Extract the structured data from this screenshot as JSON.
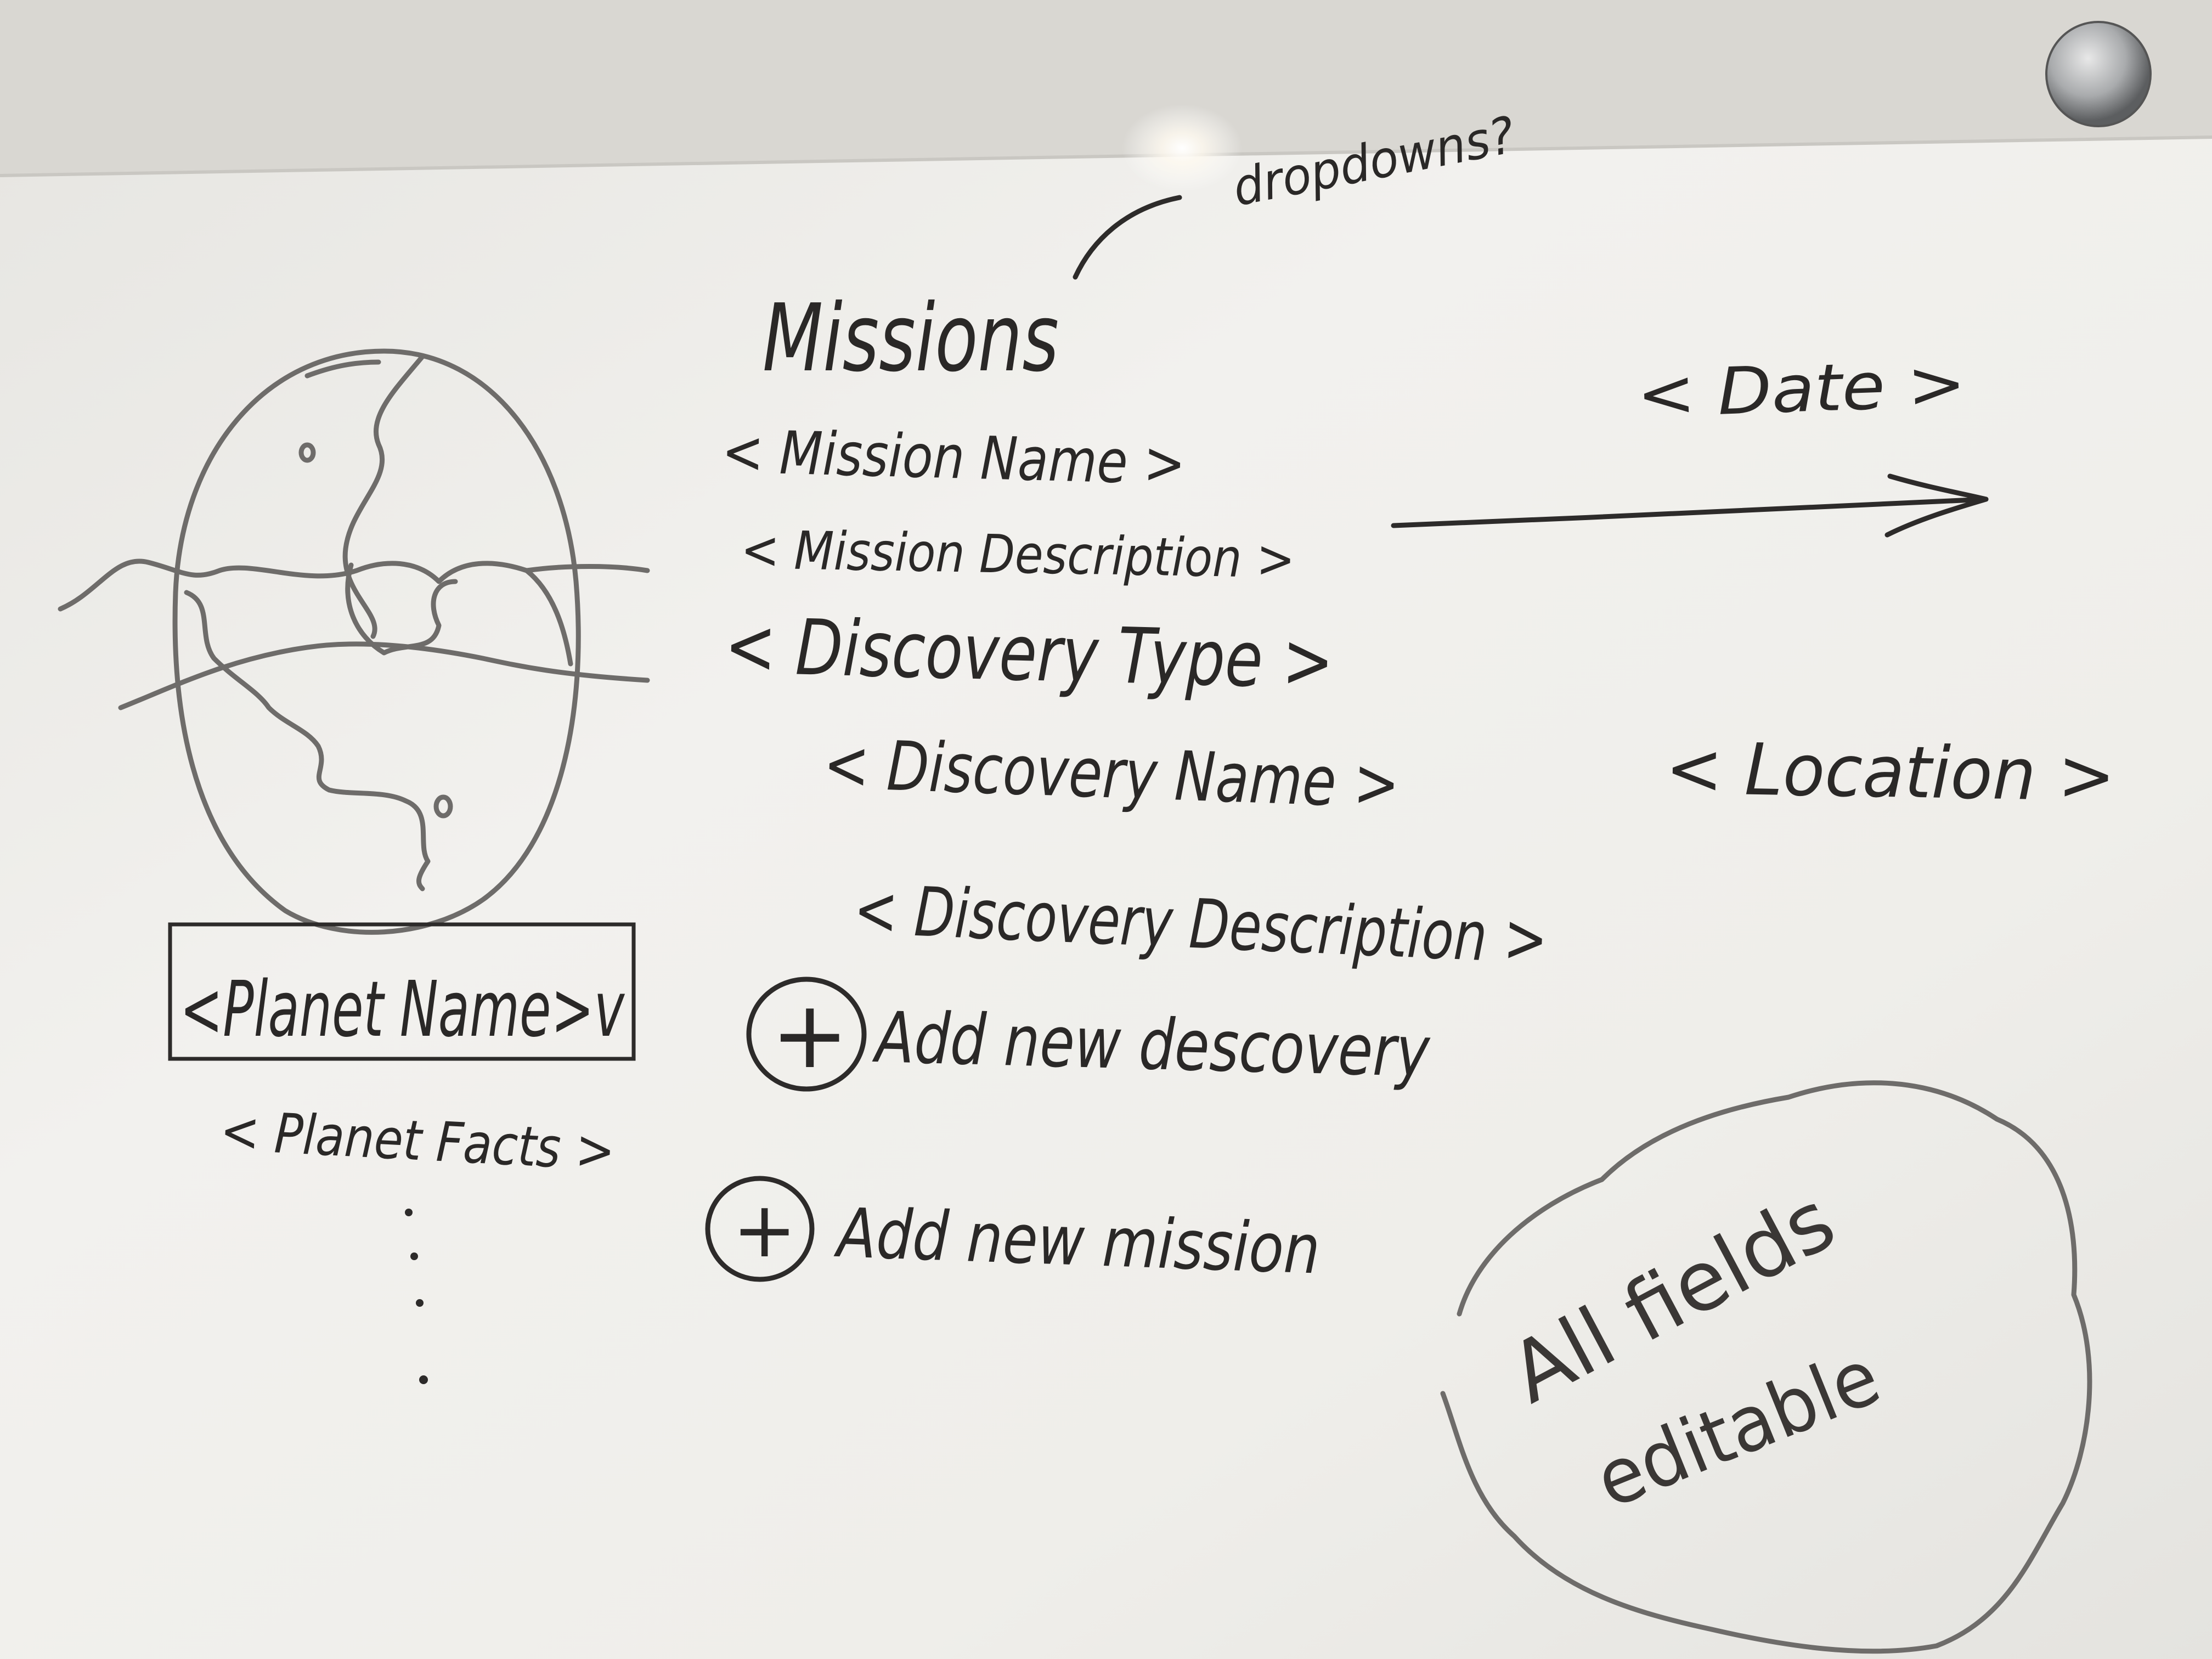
{
  "planet_card": {
    "name_select": "<Planet Name>v",
    "facts": "< Planet Facts >",
    "ellipsis": ":"
  },
  "annotation": "dropdowns?",
  "missions": {
    "title": "Missions",
    "mission_name": "< Mission Name >",
    "mission_description": "< Mission Description >",
    "discovery_type": "< Discovery Type >",
    "discovery_name": "< Discovery Name >",
    "discovery_description": "< Discovery Description >",
    "add_discovery_label": "Add new descovery",
    "add_mission_label": "Add new mission",
    "plus_glyph": "+"
  },
  "side": {
    "date": "< Date >",
    "location": "< Location >"
  },
  "note": {
    "line1": "All fields",
    "line2": "editable"
  },
  "colors": {
    "board": "#f3f2ef",
    "wall": "#dcdad5",
    "ink": "#2d2b2a"
  }
}
